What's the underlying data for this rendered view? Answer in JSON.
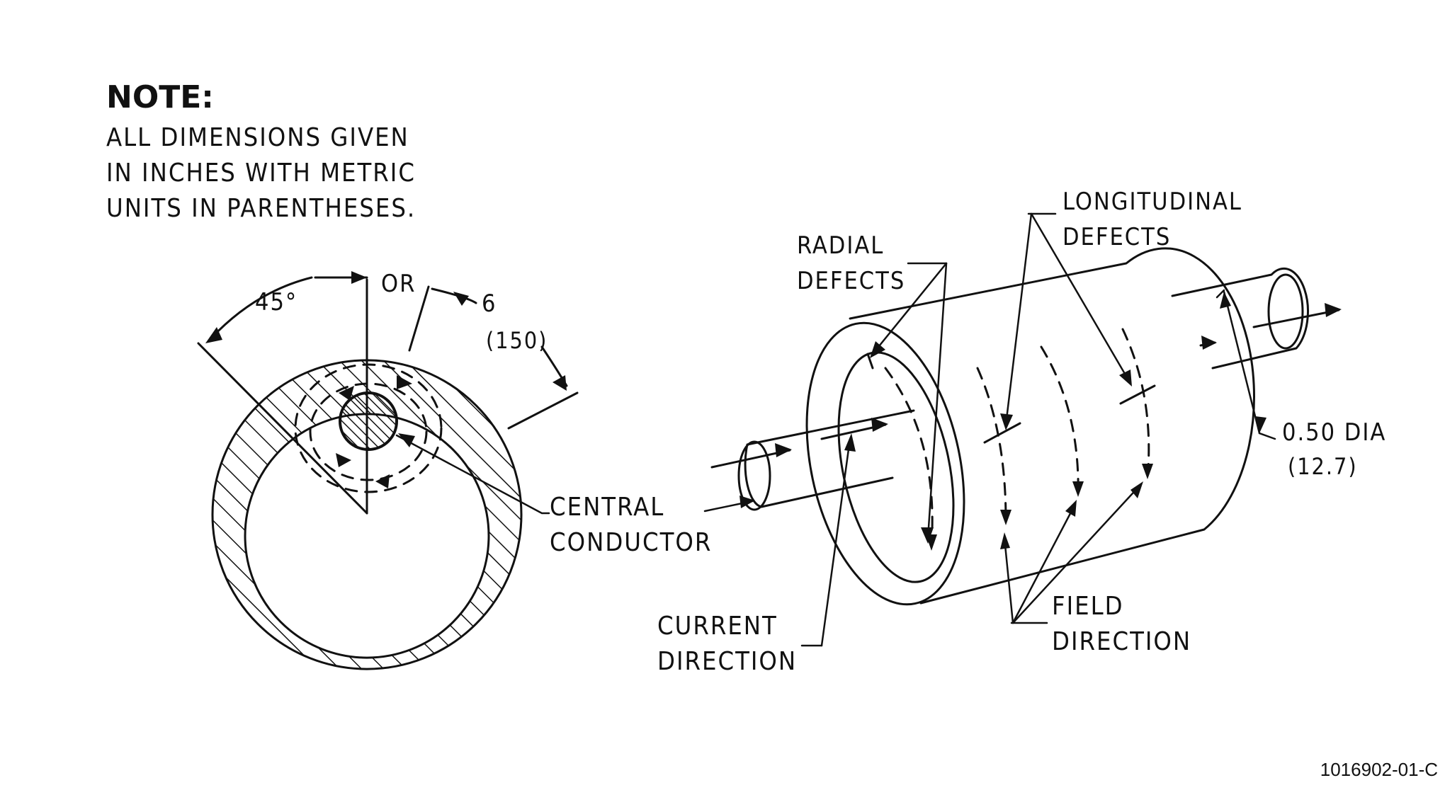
{
  "note": {
    "heading": "NOTE:",
    "lines": [
      "ALL DIMENSIONS GIVEN",
      "IN INCHES WITH METRIC",
      "UNITS IN PARENTHESES."
    ]
  },
  "cross_section": {
    "angle_label": "45°",
    "or_label": "OR",
    "dim_value": "6",
    "dim_metric": "(150)",
    "conductor_label": [
      "CENTRAL",
      "CONDUCTOR"
    ]
  },
  "isometric": {
    "longitudinal_label": [
      "LONGITUDINAL",
      "DEFECTS"
    ],
    "radial_label": [
      "RADIAL",
      "DEFECTS"
    ],
    "diameter_label": [
      "0.50 DIA",
      "(12.7)"
    ],
    "current_label": [
      "CURRENT",
      "DIRECTION"
    ],
    "field_label": [
      "FIELD",
      "DIRECTION"
    ]
  },
  "figure_id": "1016902-01-C"
}
